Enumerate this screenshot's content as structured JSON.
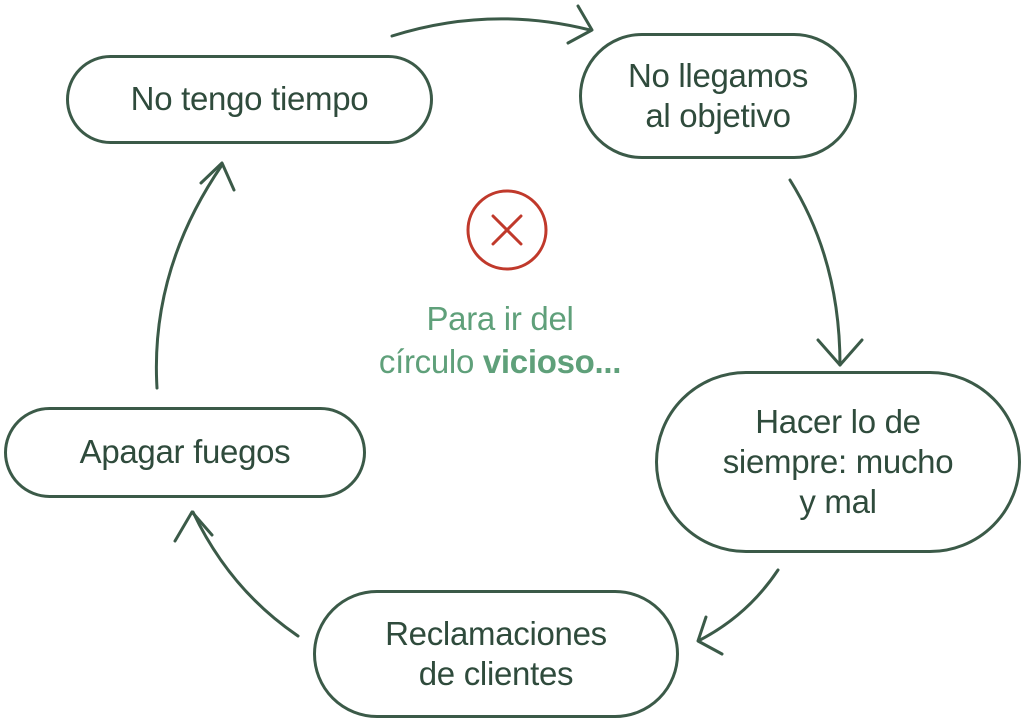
{
  "nodes": [
    {
      "label": "No tengo tiempo"
    },
    {
      "label": "No llegamos\nal objetivo"
    },
    {
      "label": "Hacer lo de\nsiempre: mucho\ny mal"
    },
    {
      "label": "Reclamaciones\nde clientes"
    },
    {
      "label": "Apagar fuegos"
    }
  ],
  "center": {
    "icon": "x-circle-icon",
    "line1": "Para ir del",
    "line2_prefix": "círculo ",
    "line2_bold": "vicioso..."
  },
  "colors": {
    "node_stroke": "#3b5a48",
    "node_text": "#2f4b3c",
    "accent_green": "#5fa07a",
    "error_red": "#c0392b"
  }
}
